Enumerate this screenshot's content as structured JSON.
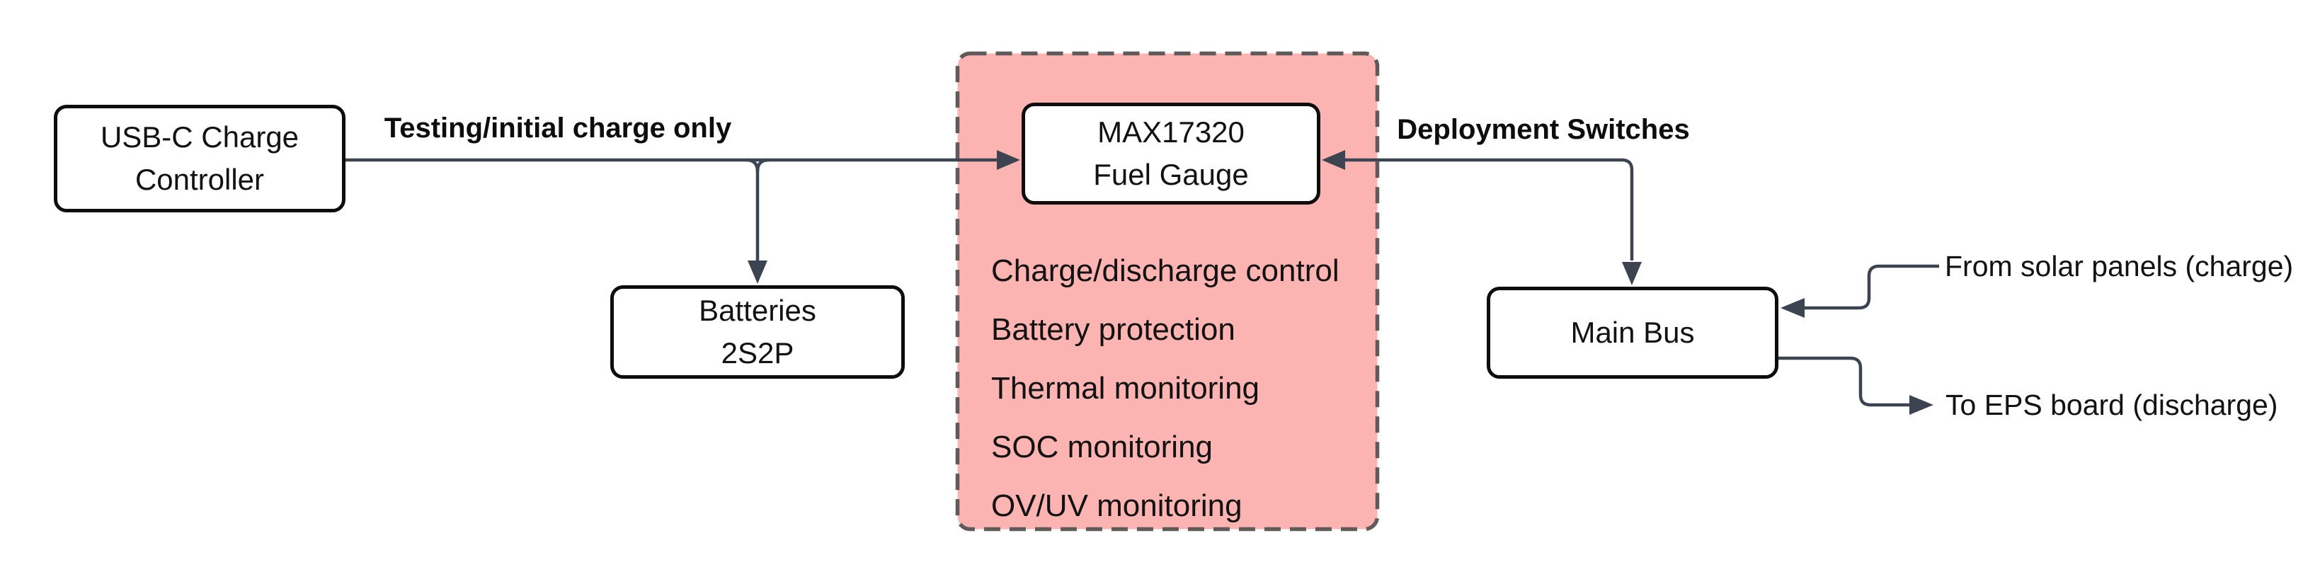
{
  "diagram": {
    "nodes": {
      "usb_charge_controller": {
        "line1": "USB-C Charge",
        "line2": "Controller"
      },
      "batteries": {
        "line1": "Batteries",
        "line2": "2S2P"
      },
      "fuel_gauge": {
        "line1": "MAX17320",
        "line2": "Fuel Gauge"
      },
      "main_bus": {
        "label": "Main Bus"
      }
    },
    "fuel_gauge_features": [
      "Charge/discharge control",
      "Battery protection",
      "Thermal monitoring",
      "SOC monitoring",
      "OV/UV monitoring"
    ],
    "edge_labels": {
      "testing": "Testing/initial charge only",
      "deployment": "Deployment Switches",
      "solar": "From solar panels (charge)",
      "eps": "To EPS board (discharge)"
    },
    "colors": {
      "background": "#FFFFFF",
      "protection_region_fill": "#FBB4B2",
      "protection_region_border": "#615A5A",
      "connector": "#3B4450",
      "node_border": "#0D0D0D",
      "text": "#121212"
    }
  }
}
